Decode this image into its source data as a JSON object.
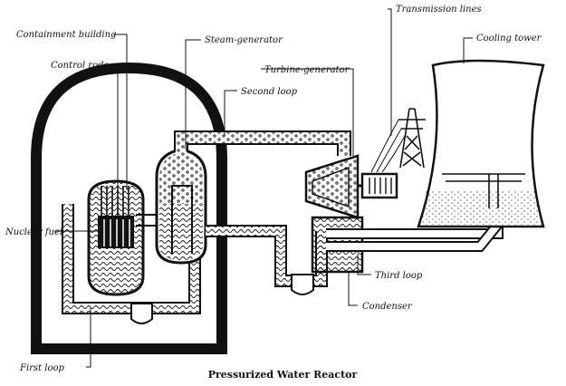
{
  "caption": "Pressurized Water Reactor",
  "labels": {
    "containment_building": "Containment building",
    "control_rods": "Control rods",
    "steam_generator": "Steam-generator",
    "second_loop": "Second loop",
    "turbine_generator": "Turbine-generator",
    "transmission_lines": "Transmission lines",
    "cooling_tower": "Cooling tower",
    "nuclear_fuel": "Nuclear fuel",
    "third_loop": "Third loop",
    "condenser": "Condenser",
    "first_loop": "First loop"
  },
  "colors": {
    "ink": "#111111",
    "paper": "#ffffff"
  }
}
